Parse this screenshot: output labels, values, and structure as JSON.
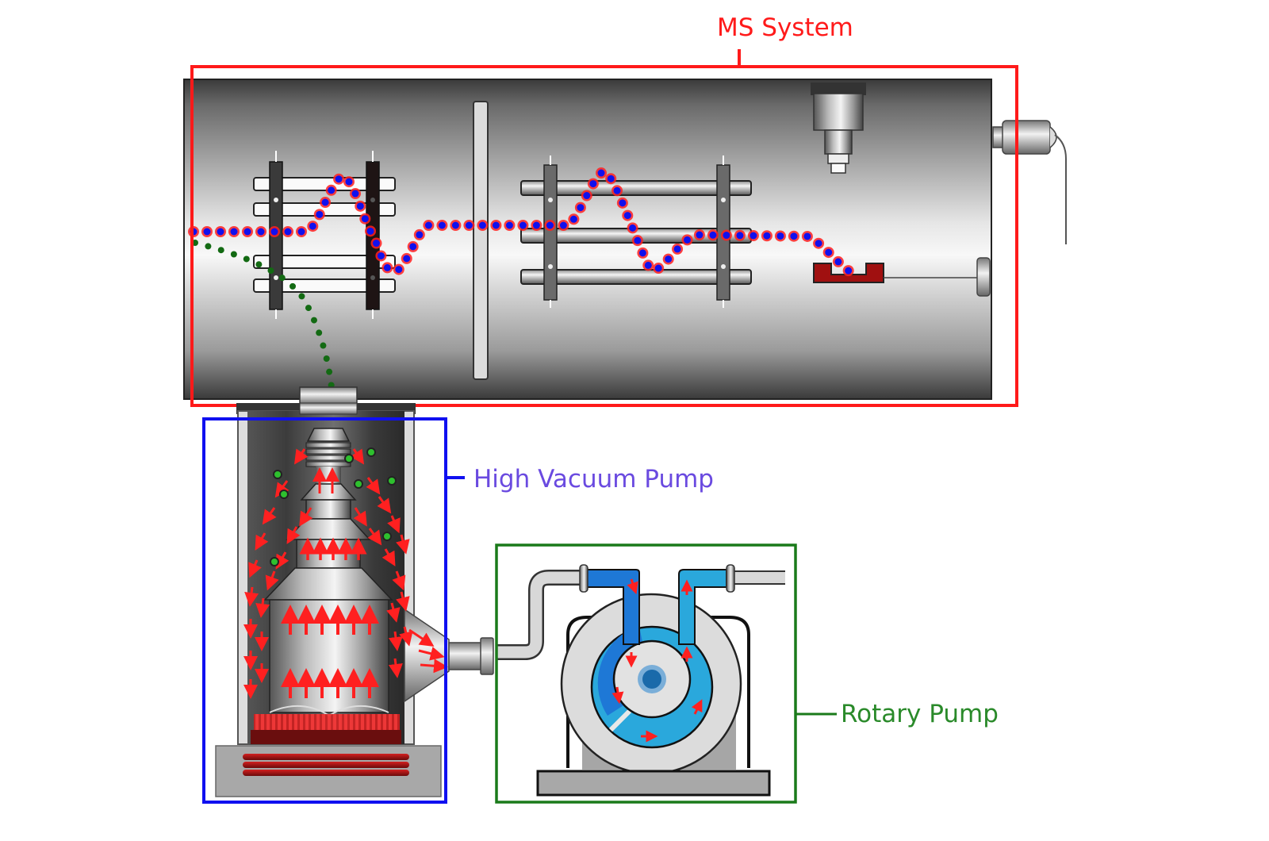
{
  "title": "Mass spectrometer vacuum system",
  "labels": {
    "ms_system": "MS System",
    "high_vacuum_pump": "High Vacuum Pump",
    "rotary_pump": "Rotary Pump"
  },
  "colors": {
    "ms_system": "#ff1a1a",
    "high_vacuum_pump": "#1010f0",
    "rotary_pump": "#1a7a1a",
    "high_vacuum_label": "#6a4ae0",
    "rotary_label": "#2a8a2a",
    "ion_beam_fill": "#1010ee",
    "ion_beam_glow": "#ff2020",
    "neutral_particles": "#1a8a1a",
    "pump_flow_arrows": "#ff2020",
    "heater_red": "#b41818",
    "rotary_inlet_blue": "#1e78d6",
    "rotary_outlet_blue": "#2aa8dc",
    "detector_red": "#a01010"
  },
  "components": {
    "ion_source_lens": "ion-source-lens-stack",
    "slit_plate": "slit-plate",
    "quadrupole": "quadrupole-mass-filter",
    "detector": "detector-cup",
    "dynode": "dynode-feedthrough",
    "diffusion_pump": "oil-diffusion-pump",
    "rotary_vane_pump": "rotary-vane-pump"
  }
}
